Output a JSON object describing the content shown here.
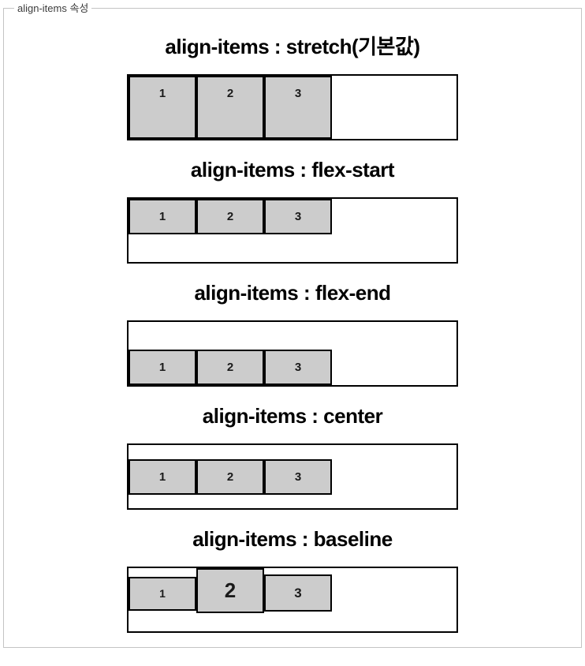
{
  "panel": {
    "legend": "align-items 속성"
  },
  "colors": {
    "item_fill": "#cccccc",
    "item_border": "#000000",
    "container_border": "#000000",
    "panel_border": "#c4c4c4",
    "title_text": "#000000",
    "background": "#ffffff"
  },
  "sections": [
    {
      "align_value": "stretch",
      "title": "align-items : stretch(기본값)",
      "items": [
        "1",
        "2",
        "3"
      ]
    },
    {
      "align_value": "flex-start",
      "title": "align-items : flex-start",
      "items": [
        "1",
        "2",
        "3"
      ]
    },
    {
      "align_value": "flex-end",
      "title": "align-items : flex-end",
      "items": [
        "1",
        "2",
        "3"
      ]
    },
    {
      "align_value": "center",
      "title": "align-items : center",
      "items": [
        "1",
        "2",
        "3"
      ]
    },
    {
      "align_value": "baseline",
      "title": "align-items : baseline",
      "items": [
        "1",
        "2",
        "3"
      ]
    }
  ]
}
